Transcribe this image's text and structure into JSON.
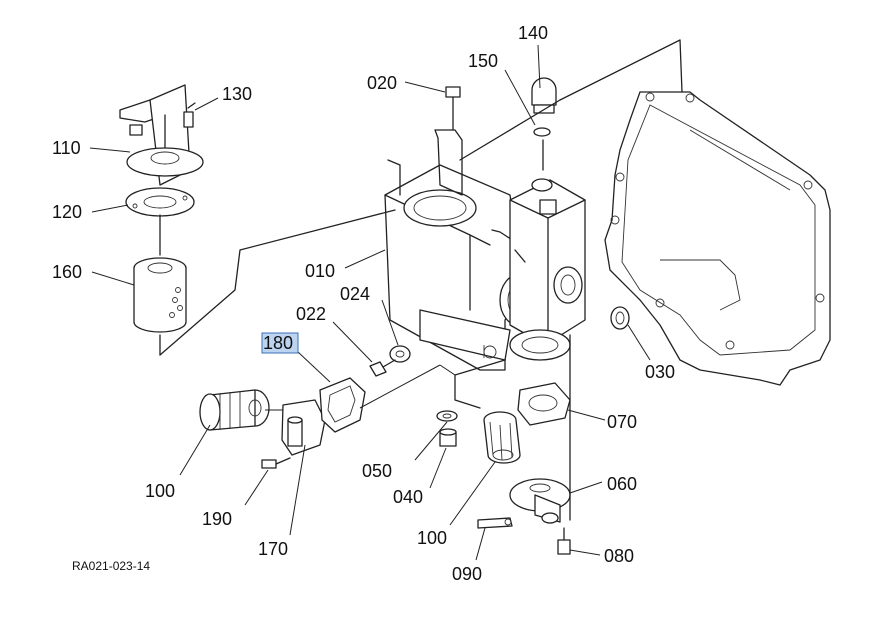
{
  "diagram": {
    "reference_code": "RA021-023-14",
    "selected_part": "180",
    "parts": [
      {
        "id": "p140",
        "label": "140"
      },
      {
        "id": "p150",
        "label": "150"
      },
      {
        "id": "p020",
        "label": "020"
      },
      {
        "id": "p130",
        "label": "130"
      },
      {
        "id": "p110",
        "label": "110"
      },
      {
        "id": "p120",
        "label": "120"
      },
      {
        "id": "p160",
        "label": "160"
      },
      {
        "id": "p010",
        "label": "010"
      },
      {
        "id": "p024",
        "label": "024"
      },
      {
        "id": "p022",
        "label": "022"
      },
      {
        "id": "p180",
        "label": "180"
      },
      {
        "id": "p030",
        "label": "030"
      },
      {
        "id": "p070",
        "label": "070"
      },
      {
        "id": "p050",
        "label": "050"
      },
      {
        "id": "p040",
        "label": "040"
      },
      {
        "id": "p100a",
        "label": "100"
      },
      {
        "id": "p190",
        "label": "190"
      },
      {
        "id": "p170",
        "label": "170"
      },
      {
        "id": "p060",
        "label": "060"
      },
      {
        "id": "p100b",
        "label": "100"
      },
      {
        "id": "p080",
        "label": "080"
      },
      {
        "id": "p090",
        "label": "090"
      }
    ]
  }
}
